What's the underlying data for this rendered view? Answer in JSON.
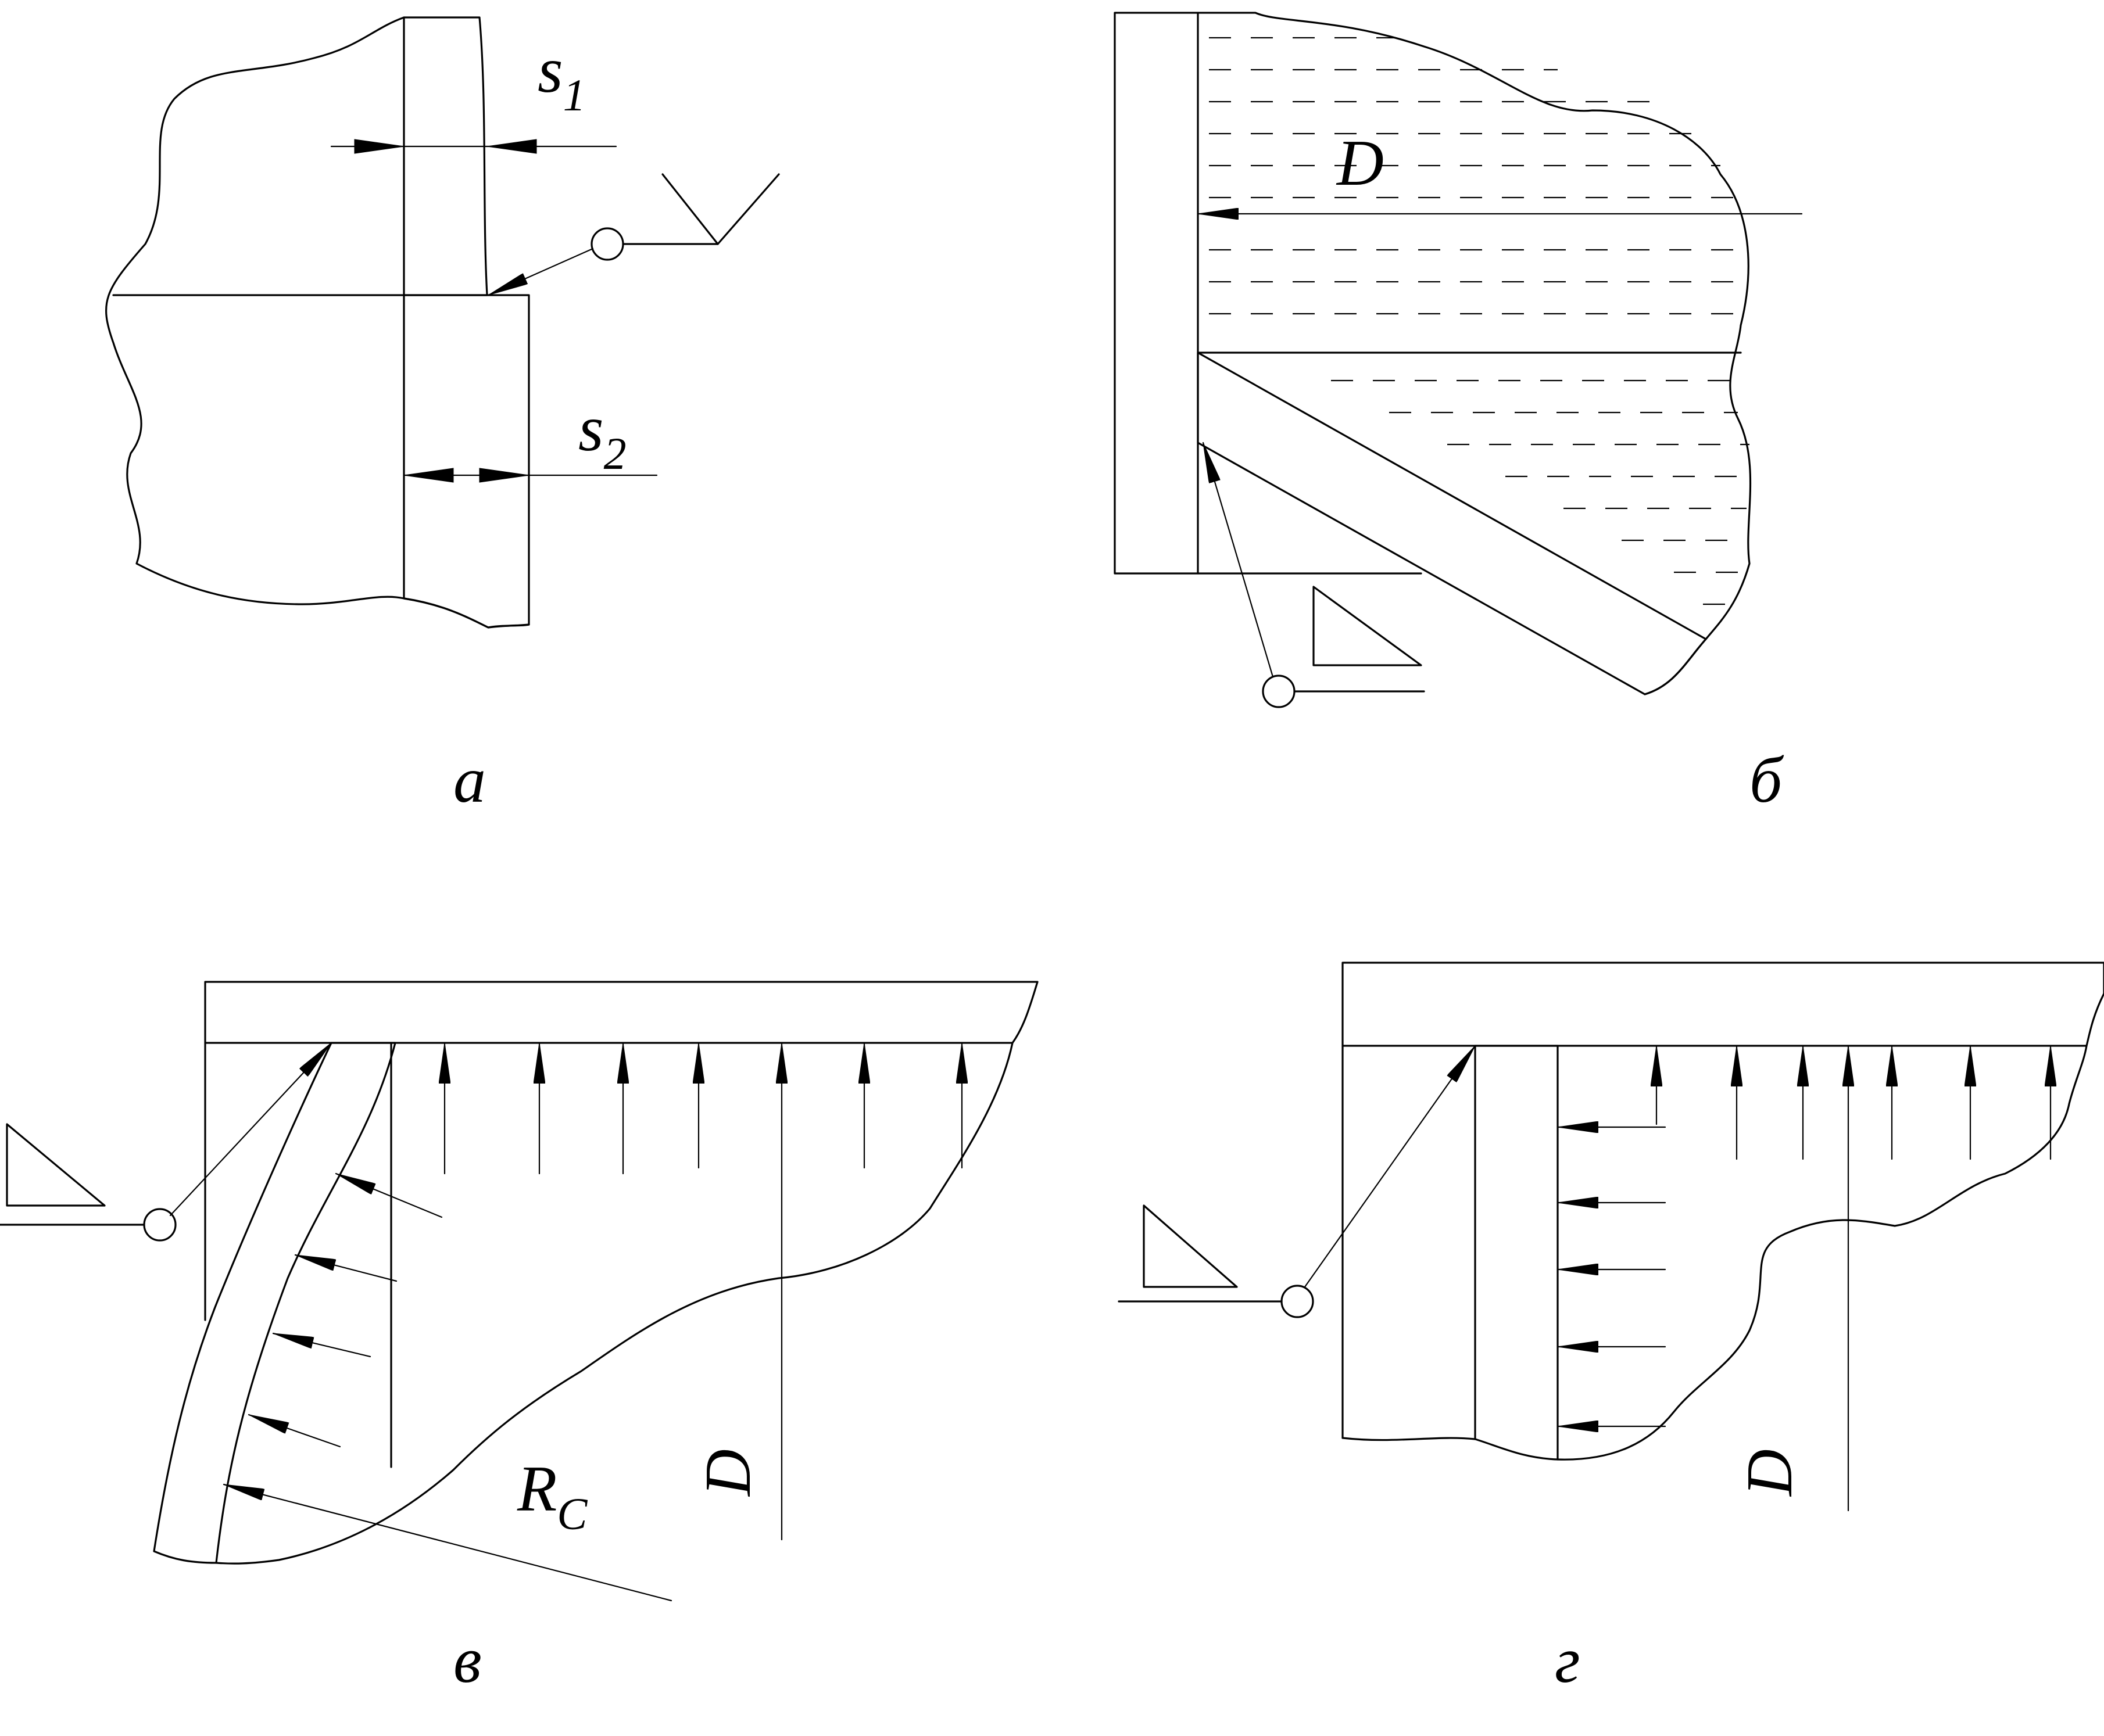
{
  "panels": {
    "a": {
      "label": "а",
      "dim1": "s",
      "dim1_sub": "1",
      "dim2": "s",
      "dim2_sub": "2"
    },
    "b": {
      "label": "б",
      "dia": "D"
    },
    "v": {
      "label": "в",
      "dia": "D",
      "radius": "R",
      "radius_sub": "C"
    },
    "g": {
      "label": "г",
      "dia": "D"
    }
  }
}
